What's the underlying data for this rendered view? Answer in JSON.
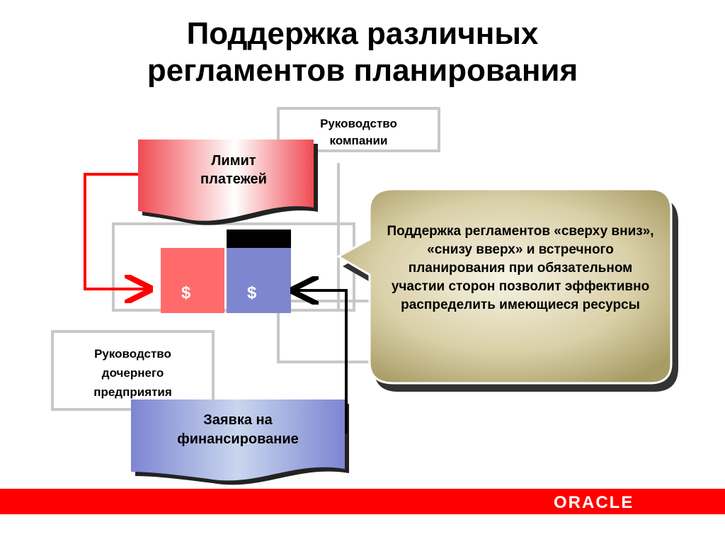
{
  "title": {
    "line1": "Поддержка различных",
    "line2": "регламентов планирования"
  },
  "boxes": {
    "company_management": {
      "line1": "Руководство",
      "line2": "компании"
    },
    "payment_limit": {
      "line1": "Лимит",
      "line2": "платежей"
    },
    "subsidiary_management": {
      "line1": "Руководство",
      "line2": "дочернего",
      "line3": "предприятия"
    },
    "funding_request": {
      "line1": "Заявка на",
      "line2": "финансирование"
    }
  },
  "currency": {
    "left_symbol": "$",
    "right_symbol": "$"
  },
  "callout": {
    "text": "Поддержка регламентов «сверху вниз», «снизу вверх» и встречного планирования при обязательном участии сторон позволит эффективно распределить имеющиеся ресурсы"
  },
  "footer": {
    "logo_text": "ORACLE"
  },
  "colors": {
    "accent_red": "#ff0000",
    "limit_pink": "#ff6b6b",
    "request_blue": "#7f86d0",
    "callout_gold": "#c8bc8a",
    "outline_gray": "#c8c8c8"
  }
}
